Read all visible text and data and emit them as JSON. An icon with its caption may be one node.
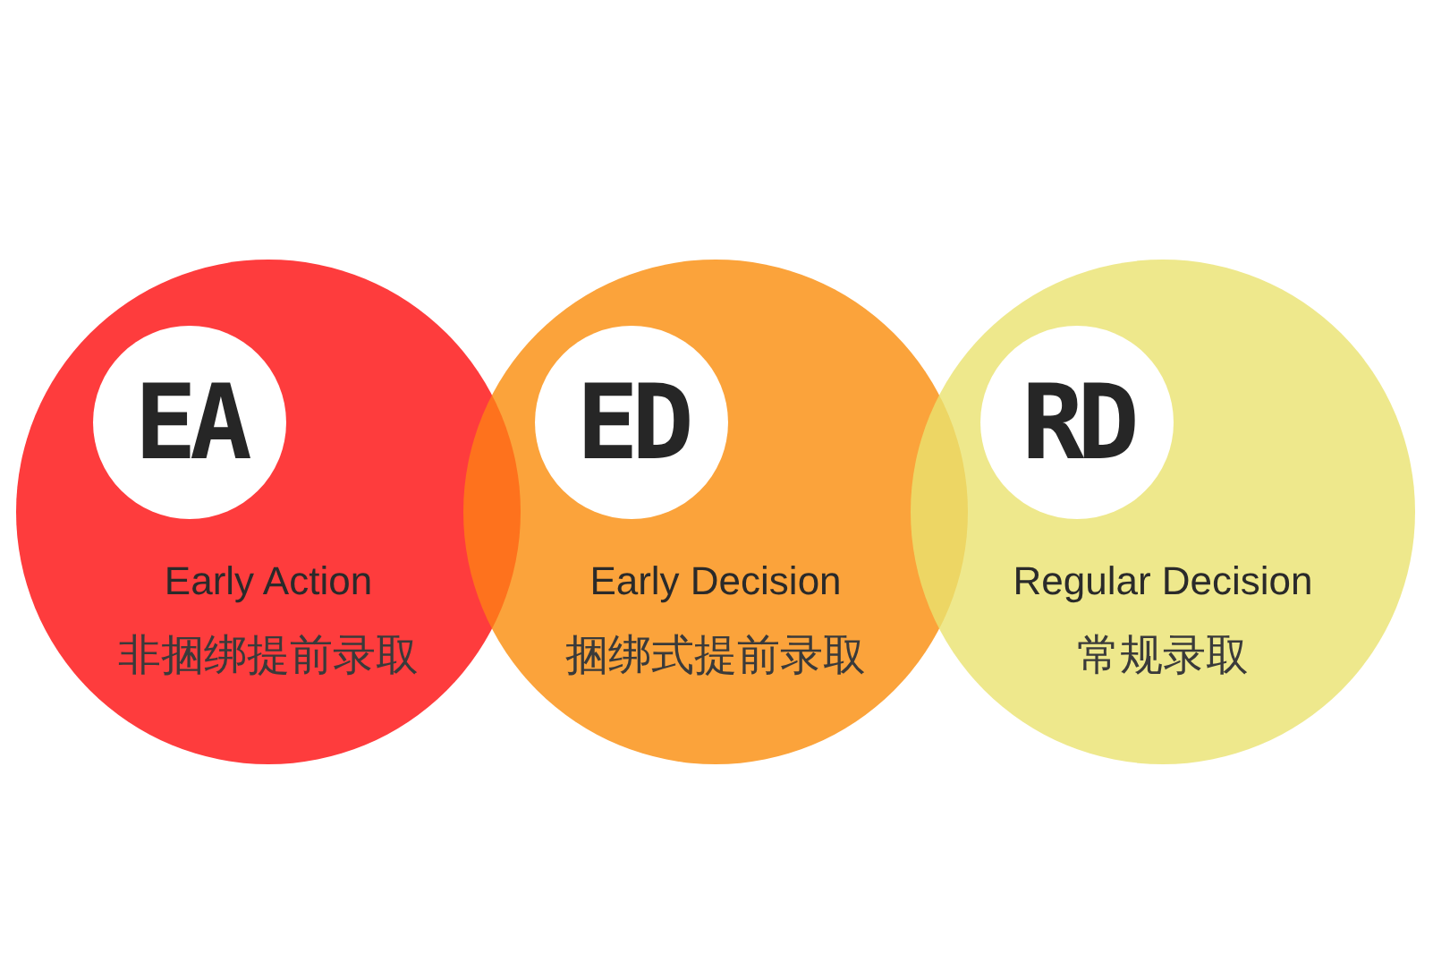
{
  "diagram": {
    "nodes": [
      {
        "text": [
          "Early Action",
          "非捆绑提前录取"
        ]
      },
      {
        "text": [
          "EA"
        ],
        "in": 0
      },
      {
        "text": [
          "Early Decision",
          "捆绑式提前录取"
        ]
      },
      {
        "text": [
          "ED"
        ],
        "in": 2
      },
      {
        "text": [
          "Regular Decision",
          "常规录取"
        ]
      },
      {
        "text": [
          "RD"
        ],
        "in": 4
      }
    ]
  }
}
